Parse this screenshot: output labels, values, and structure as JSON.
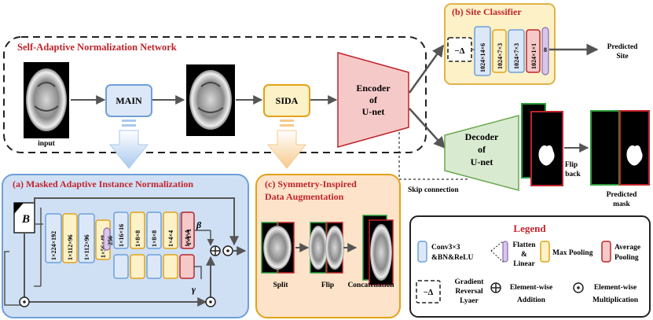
{
  "network_title": "Self-Adaptive Normalization Network",
  "input_label": "input",
  "main_label": "MAIN",
  "sida_label": "SIDA",
  "encoder": [
    "Encoder",
    "of",
    "U-net"
  ],
  "decoder": [
    "Decoder",
    "of",
    "U-net"
  ],
  "site_classifier": {
    "title": "(b) Site Classifier",
    "layers": [
      "1024×14×6",
      "1024×7×3",
      "1024×7×3",
      "1024×1×1"
    ],
    "out_num": "8",
    "grl_symbol": "−Δ",
    "predicted": [
      "Predicted",
      "Site"
    ]
  },
  "skip_label": "Skip connection",
  "flip_back": [
    "Flip",
    "back"
  ],
  "predicted_mask": [
    "Predicted",
    "mask"
  ],
  "masked": {
    "title": "(a) Masked Adaptive Instance Normalization",
    "b_label": "B",
    "layers": [
      "1×224×192",
      "1×112×96",
      "1×112×96",
      "1×56×48"
    ],
    "fc": "256",
    "branch_layers": [
      "1×16×16",
      "1×8×8",
      "1×8×8",
      "1×4×4",
      "1×4×4",
      "1×1×1"
    ],
    "beta": "β",
    "gamma": "γ"
  },
  "sida": {
    "title": [
      "(c) Symmetry-Inspired",
      "Data Augmentation"
    ],
    "labels": [
      "Split",
      "Flip",
      "Concatenation"
    ]
  },
  "legend": {
    "title": "Legend",
    "conv": [
      "Conv3×3",
      "&BN&ReLU"
    ],
    "flatten": [
      "Flatten",
      "&",
      "Linear"
    ],
    "maxpool": "Max Pooling",
    "avgpool": [
      "Average",
      "Pooling"
    ],
    "grl": [
      "Gradient",
      "Reversal",
      "Lyaer"
    ],
    "add": [
      "Element-wise",
      "Addition"
    ],
    "mult": [
      "Element-wise",
      "Multiplication"
    ]
  },
  "colors": {
    "red": "#c0242b",
    "conv_fill": "#dce8f7",
    "conv_stroke": "#6f9fd8",
    "pool_stroke": "#e3a21a",
    "avg_stroke": "#c0242b",
    "avg_fill": "#f6c9c9",
    "flatten_fill": "#d9c7ea",
    "panel_a": "#cfe0f5",
    "panel_b": "#fdf1c7",
    "panel_c": "#fde3c9"
  }
}
